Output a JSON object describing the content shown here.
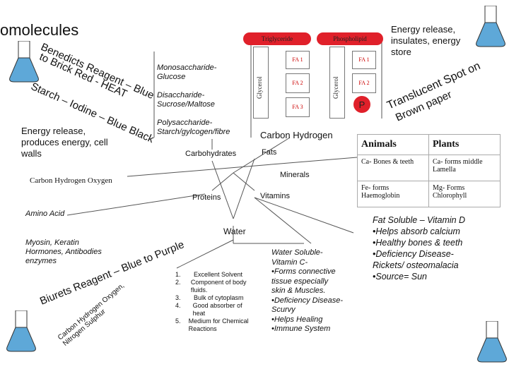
{
  "title_fragment": "omolecules",
  "flask_left_top_icon": "flask-icon",
  "energy_release_store": "Energy release, insulates, energy store",
  "energy_release_left": "Energy release, produces energy, cell walls",
  "benedicts_line1": "Benedicts Reagent – Blue",
  "benedicts_line2": "to Brick Red - HEAT",
  "starch_line": "Starch – Iodine – Blue Black",
  "translucent_line1": "Translucent Spot on",
  "translucent_line2": "Brown paper",
  "mono_line1": "Monosaccharide-",
  "mono_line2": "Glucose",
  "di_line1": "Disaccharide-",
  "di_line2": "Sucrose/Maltose",
  "poly_line1": "Polysaccharide-",
  "poly_line2": "Starch/gylcogen/fibre",
  "carbohydrates": "Carbohydrates",
  "triglyceride": "Triglyceride",
  "phospholipid": "Phospholipid",
  "glycerol": "Glycerol",
  "fa1": "FA 1",
  "fa2": "FA 2",
  "fa3": "FA 3",
  "p_label": "P",
  "carbon_hydrogen": "Carbon Hydrogen",
  "fats": "Fats",
  "minerals": "Minerals",
  "carbon_hydrogen_oxygen": "Carbon Hydrogen Oxygen",
  "proteins": "Proteins",
  "vitamins": "Vitamins",
  "amino_acid": "Amino Acid",
  "myosin_line1": "Myosin, Keratin",
  "myosin_line2": "Hormones, Antibodies",
  "myosin_line3": "enzymes",
  "biurets": "Biurets Reagent – Blue to Purple",
  "cho_n_line1": "Carbon Hydrogen Oxygen,",
  "cho_n_line2": "Nitrogen Sulphur",
  "water": "Water",
  "water_props": [
    {
      "num": "1.",
      "text": "Excellent Solvent"
    },
    {
      "num": "2.",
      "text": "Component of body fluids."
    },
    {
      "num": "3.",
      "text": "Bulk of cytoplasm"
    },
    {
      "num": "4.",
      "text": "Good absorber of heat"
    },
    {
      "num": "5.",
      "text": "Medium for Chemical Reactions"
    }
  ],
  "water_soluble": [
    "Water Soluble-",
    "Vitamin C-",
    "•Forms connective",
    "tissue especially",
    "skin & Muscles.",
    "•Deficiency Disease-",
    "Scurvy",
    "•Helps Healing",
    "•Immune System"
  ],
  "fat_soluble": [
    "Fat Soluble – Vitamin D",
    "•Helps absorb calcium",
    "•Healthy bones & teeth",
    "•Deficiency Disease-",
    "Rickets/ osteomalacia",
    "•Source= Sun"
  ],
  "table": {
    "headers": [
      "Animals",
      "Plants"
    ],
    "rows": [
      [
        "Ca- Bones & teeth",
        "Ca- forms middle Lamella"
      ],
      [
        "Fe- forms Haemoglobin",
        "Mg- Forms Chlorophyll"
      ]
    ]
  },
  "colors": {
    "accent_red": "#e0202a",
    "flask_blue": "#4a9ac8",
    "line_gray": "#666666"
  }
}
